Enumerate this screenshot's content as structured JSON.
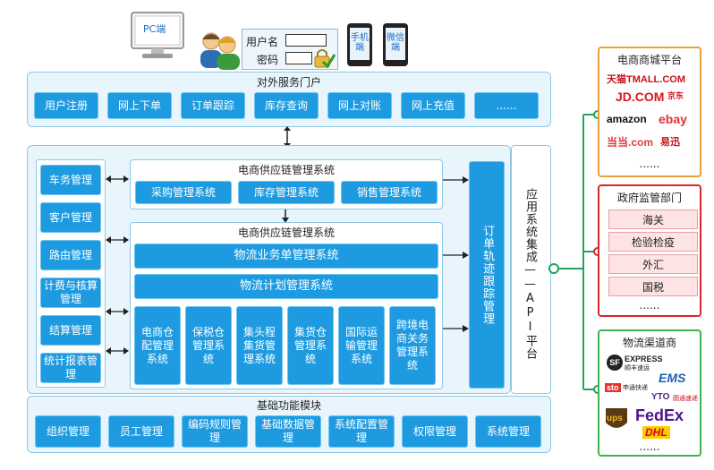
{
  "top": {
    "pc_label": "PC端",
    "username_label": "用户名",
    "password_label": "密码",
    "mobile_label": "手机端",
    "wechat_label": "微信端"
  },
  "portal": {
    "title": "对外服务门户",
    "items": [
      "用户注册",
      "网上下单",
      "订单跟踪",
      "库存查询",
      "网上对账",
      "网上充值",
      "......"
    ]
  },
  "left_items": [
    "车务管理",
    "客户管理",
    "路由管理",
    "计费与核算管理",
    "结算管理",
    "统计报表管理"
  ],
  "scm": {
    "title": "电商供应链管理系统",
    "items": [
      "采购管理系统",
      "库存管理系统",
      "销售管理系统"
    ]
  },
  "logistics": {
    "title": "电商供应链管理系统",
    "order_mgmt": "物流业务单管理系统",
    "plan_mgmt": "物流计划管理系统",
    "subs": [
      "电商仓配管理系统",
      "保税仓管理系统",
      "集头程集货管理系统",
      "集货仓管理系统",
      "国际运输管理系统",
      "跨境电商关务管理系统"
    ]
  },
  "tracking": {
    "label": "订单轨迹跟踪管理"
  },
  "api": {
    "label": "应用系统集成——API平台"
  },
  "base": {
    "title": "基础功能模块",
    "items": [
      "组织管理",
      "员工管理",
      "编码规则管理",
      "基础数据管理",
      "系统配置管理",
      "权限管理",
      "系统管理"
    ]
  },
  "ecommerce": {
    "title": "电商商城平台",
    "logos": [
      "天猫TMALL.COM",
      "JD.COM",
      "京东",
      "amazon",
      "ebay",
      "当当.com",
      "易迅"
    ],
    "more": "......"
  },
  "government": {
    "title": "政府监管部门",
    "items": [
      "海关",
      "检验检疫",
      "外汇",
      "国税"
    ],
    "more": "......"
  },
  "logistics_channels": {
    "title": "物流渠道商",
    "logos": [
      "SF",
      "EXPRESS",
      "顺丰速运",
      "EMS",
      "sto",
      "申通快递",
      "YTO",
      "圆通速递",
      "ups",
      "FedEx",
      "DHL"
    ],
    "more": "......"
  },
  "colors": {
    "button_blue": "#1e9be0",
    "panel_bg": "#e9f5fc",
    "ecommerce_border": "#e9a13b",
    "government_border": "#d9262b",
    "logistics_border": "#3fb34f",
    "connector_green": "#21a35a"
  }
}
